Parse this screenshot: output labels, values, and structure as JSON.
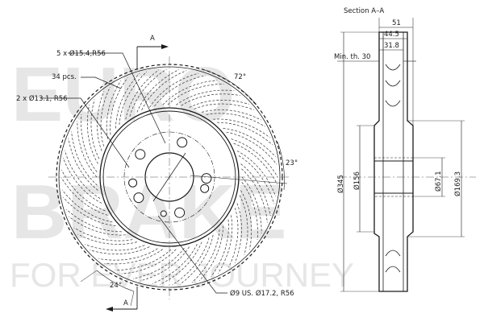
{
  "watermark": {
    "line1": "EURO",
    "line2": "BRAKE",
    "tagline": "FOR EVER JOURNEY"
  },
  "front_view": {
    "section_mark": "A",
    "callouts": {
      "holes_5": "5 x Ø15.4,R56",
      "pcs": "34 pcs.",
      "holes_2": "2 x Ø13.1, R56",
      "holes_9": "Ø9 US. Ø17.2, R56"
    },
    "angles": {
      "a72": "72°",
      "a23": "23°",
      "a24": "24°"
    },
    "slots_count": 34
  },
  "section_view": {
    "title": "Section A–A",
    "dims": {
      "d51": "51",
      "d445": "44.5",
      "d318": "31.8",
      "min_th": "Min. th. 30",
      "dia345": "Ø345",
      "dia156": "Ø156",
      "dia671": "Ø67.1",
      "dia1693": "Ø169.3"
    }
  }
}
